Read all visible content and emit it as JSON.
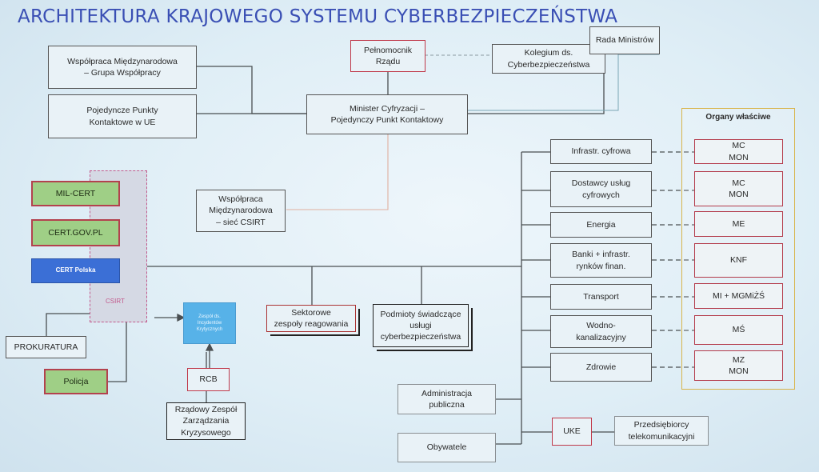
{
  "title": "ARCHITEKTURA KRAJOWEGO SYSTEMU CYBERBEZPIECZEŃSTWA",
  "boxes": {
    "wspolpraca_grupa": "Współpraca Międzynarodowa\n– Grupa Współpracy",
    "ppk_ue": "Pojedyncze Punkty\nKontaktowe w UE",
    "pelnomocnik": "Pełnomocnik\nRządu",
    "kolegium": "Kolegium ds.\nCyberbezpieczeństwa",
    "rada_ministrow": "Rada Ministrów",
    "minister": "Minister Cyfryzacji –\nPojedynczy Punkt Kontaktowy",
    "wspolpraca_csirt": "Współpraca\nMiędzynarodowa\n– sieć CSIRT",
    "mil_cert": "MIL-CERT",
    "cert_gov": "CERT.GOV.PL",
    "cert_polska": "CERT Polska",
    "csirt": "CSIRT",
    "prokuratura": "PROKURATURA",
    "policja": "Policja",
    "zespol_incydentow": "Zespół ds.\nIncydentów\nKrytycznych",
    "rcb": "RCB",
    "rzadowy_zespol": "Rządowy Zespół\nZarządzania\nKryzysowego",
    "sektorowe": "Sektorowe\nzespoły reagowania",
    "podmioty": "Podmioty świadczące\nusługi\ncyberbezpieczeństwa",
    "administracja": "Administracja\npubliczna",
    "obywatele": "Obywatele",
    "uke": "UKE",
    "przedsiebiorcy": "Przedsiębiorcy\ntelekomunikacyjni"
  },
  "sectors": [
    "Infrastr. cyfrowa",
    "Dostawcy usług\ncyfrowych",
    "Energia",
    "Banki + infrastr.\nrynków finan.",
    "Transport",
    "Wodno-\nkanalizacyjny",
    "Zdrowie"
  ],
  "organy": {
    "title": "Organy właściwe",
    "items": [
      "MC\nMON",
      "MC\nMON",
      "ME",
      "KNF",
      "MI + MGMiŻŚ",
      "MŚ",
      "MZ\nMON"
    ]
  }
}
